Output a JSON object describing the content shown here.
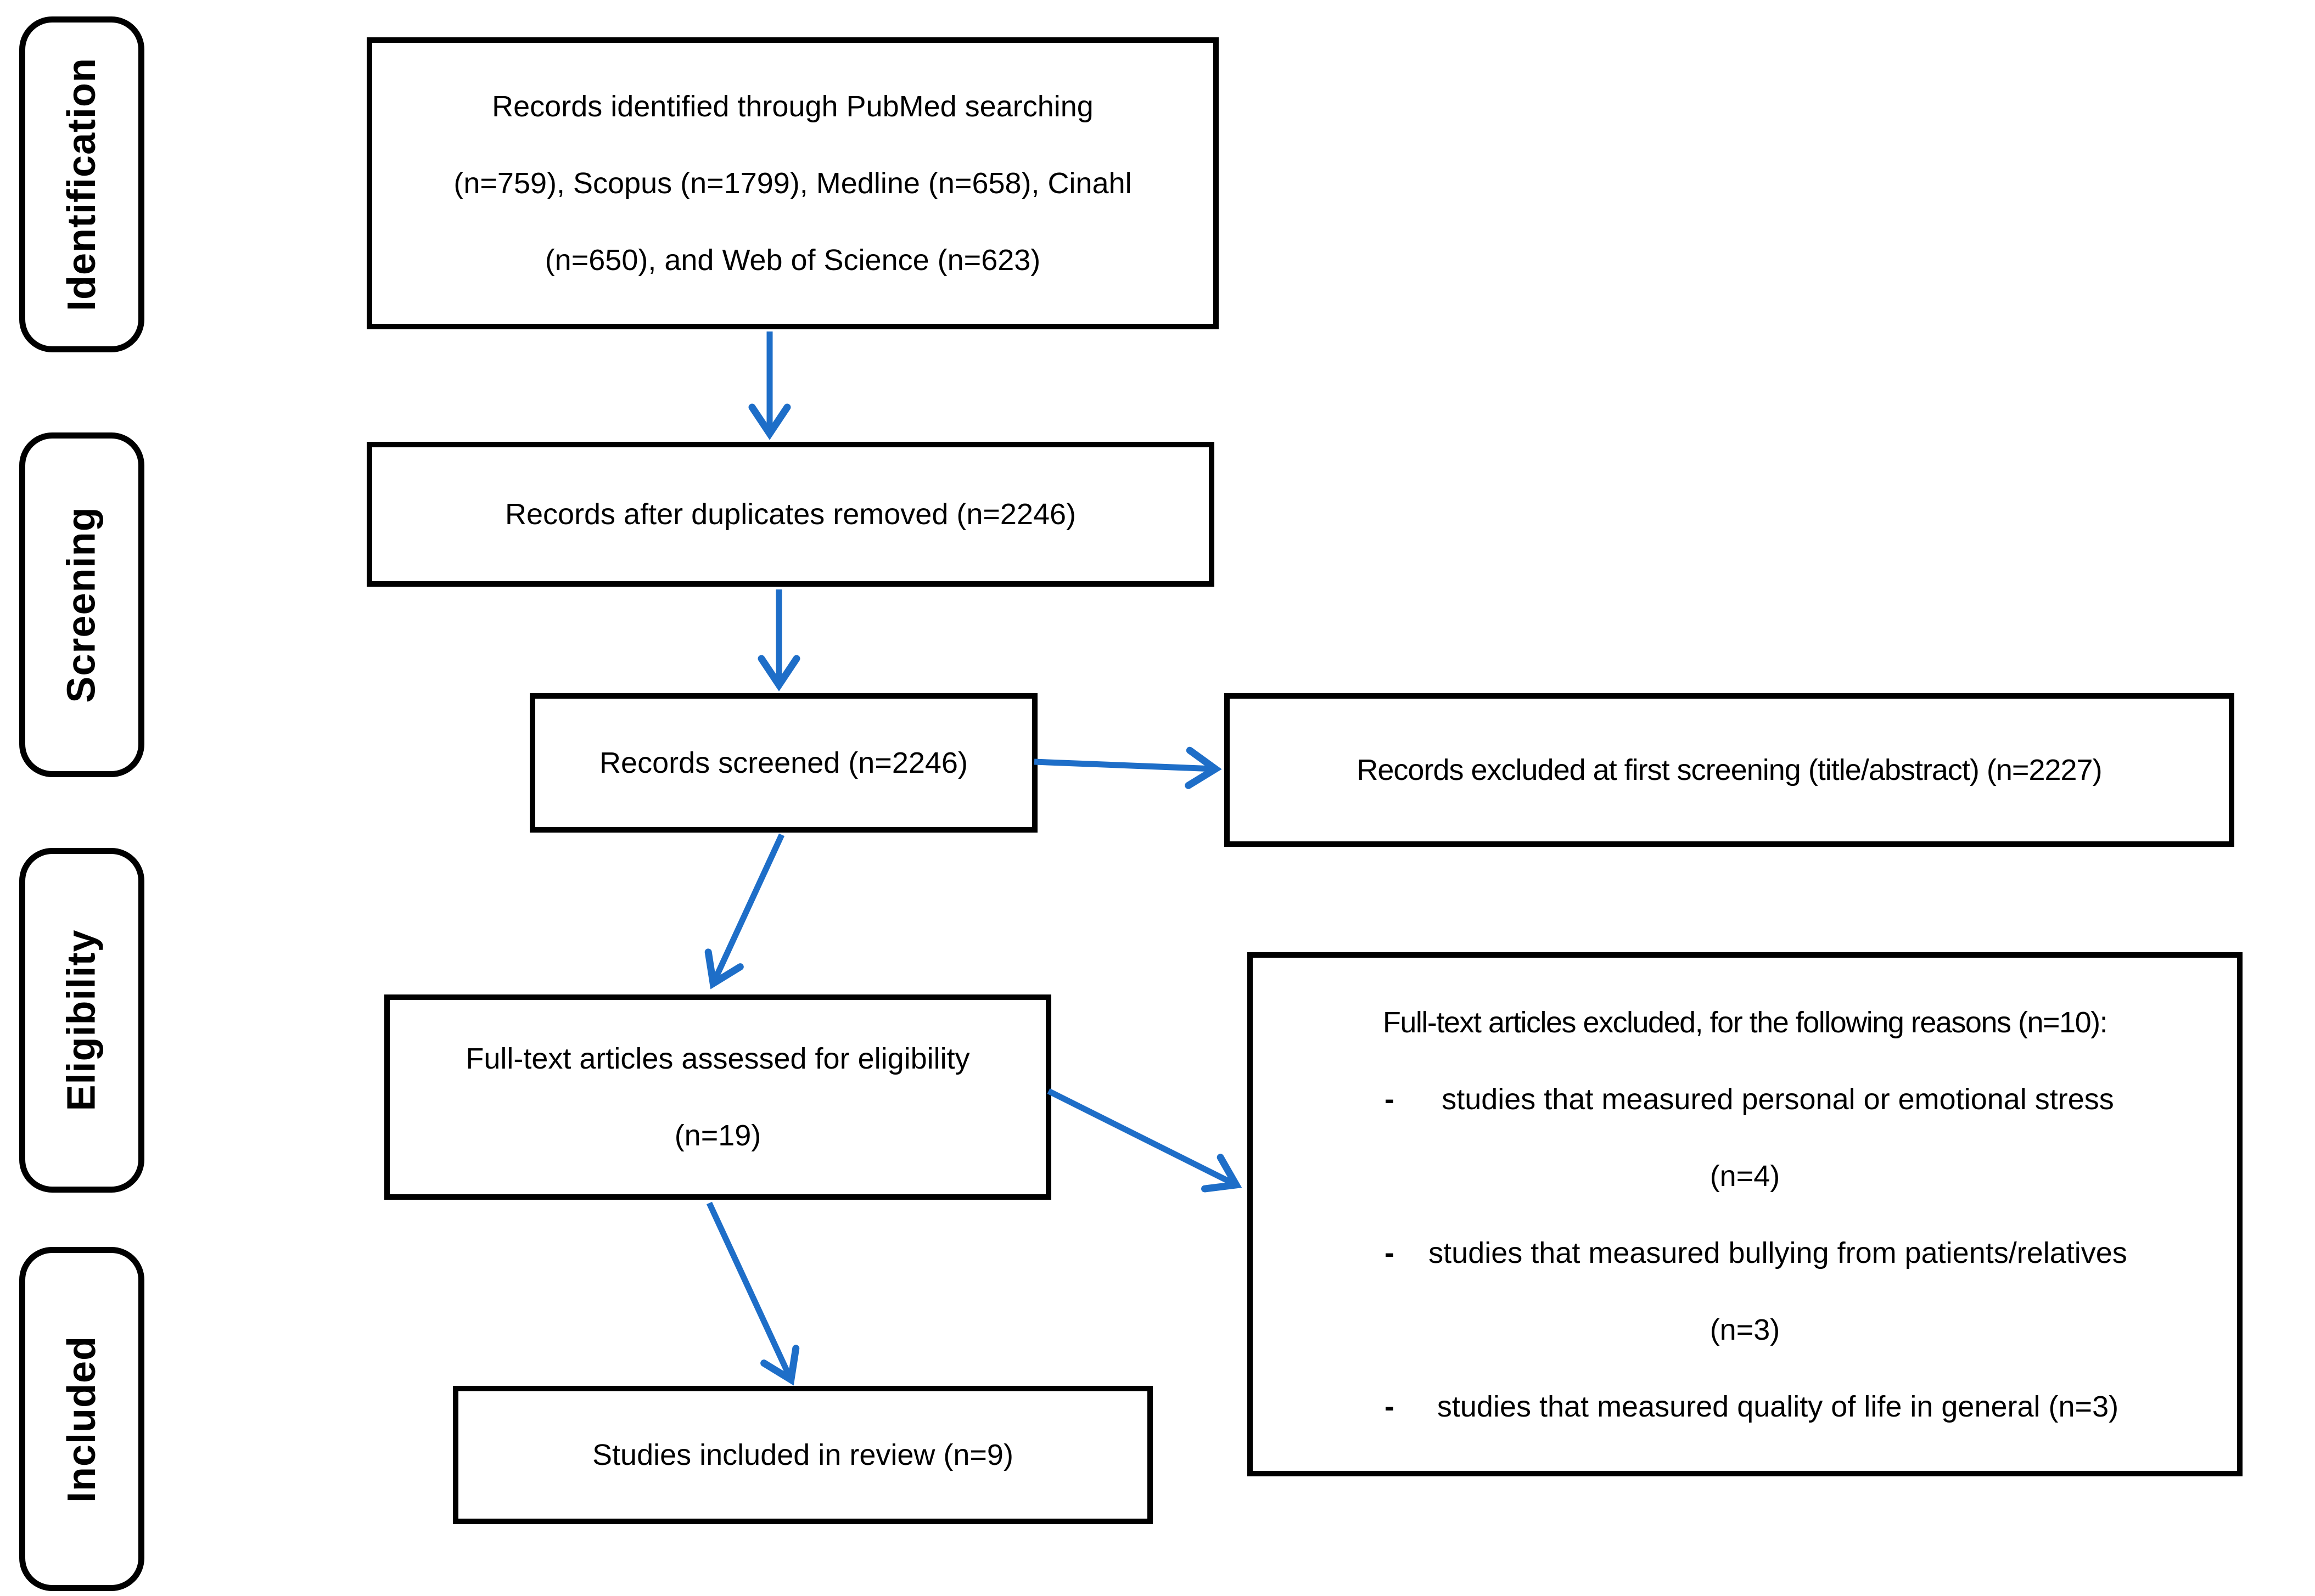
{
  "diagram": {
    "type": "prisma-flow-diagram",
    "colors": {
      "arrow": "#1e6ec8",
      "box_border": "#000000",
      "text": "#000000",
      "background": "#ffffff"
    },
    "sidebar": {
      "stages": [
        {
          "label": "Identification"
        },
        {
          "label": "Screening"
        },
        {
          "label": "Eligibility"
        },
        {
          "label": "Included"
        }
      ]
    },
    "boxes": {
      "identified": {
        "lines": [
          "Records identified through PubMed searching",
          "(n=759), Scopus (n=1799), Medline (n=658), Cinahl",
          "(n=650), and Web of Science (n=623)"
        ]
      },
      "deduplicated": {
        "text": "Records after duplicates removed (n=2246)"
      },
      "screened": {
        "text": "Records screened (n=2246)"
      },
      "excluded_screening": {
        "text": "Records excluded at first screening (title/abstract) (n=2227)"
      },
      "fulltext": {
        "lines": [
          "Full-text articles assessed for eligibility",
          "(n=19)"
        ]
      },
      "excluded_fulltext": {
        "header": "Full-text articles excluded, for the following reasons (n=10):",
        "bullet_marker": "-",
        "bullets": [
          {
            "text": "studies that measured personal or emotional stress",
            "count": "(n=4)"
          },
          {
            "text": "studies that measured bullying from patients/relatives",
            "count": "(n=3)"
          },
          {
            "text": "studies that measured quality of life in general (n=3)"
          }
        ]
      },
      "included": {
        "text": "Studies included in review (n=9)"
      }
    }
  }
}
